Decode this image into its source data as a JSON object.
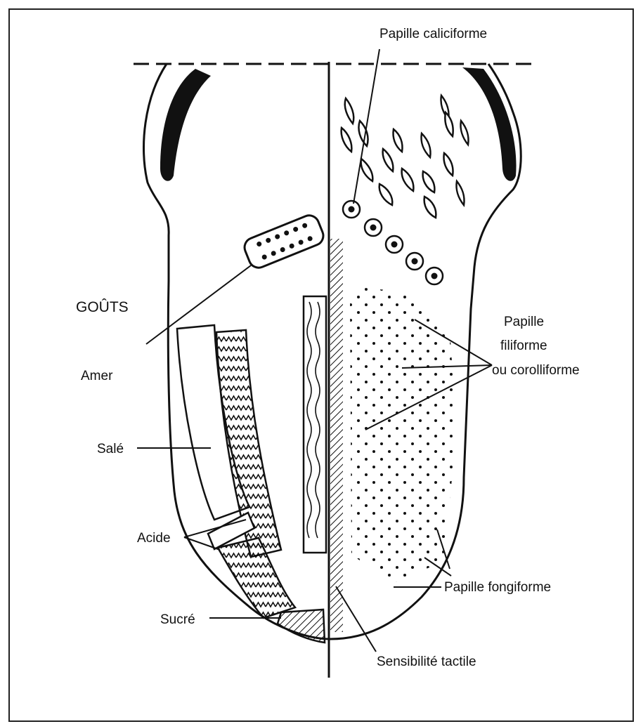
{
  "labels": {
    "title": "GOÛTS",
    "papille_caliciforme": "Papille caliciforme",
    "papille_filiforme_line1": "Papille",
    "papille_filiforme_line2": "filiforme",
    "papille_filiforme_line3": "ou corolliforme",
    "papille_fongiforme": "Papille fongiforme",
    "sensibilite_tactile": "Sensibilité tactile",
    "amer": "Amer",
    "sale": "Salé",
    "acide": "Acide",
    "sucre": "Sucré"
  }
}
